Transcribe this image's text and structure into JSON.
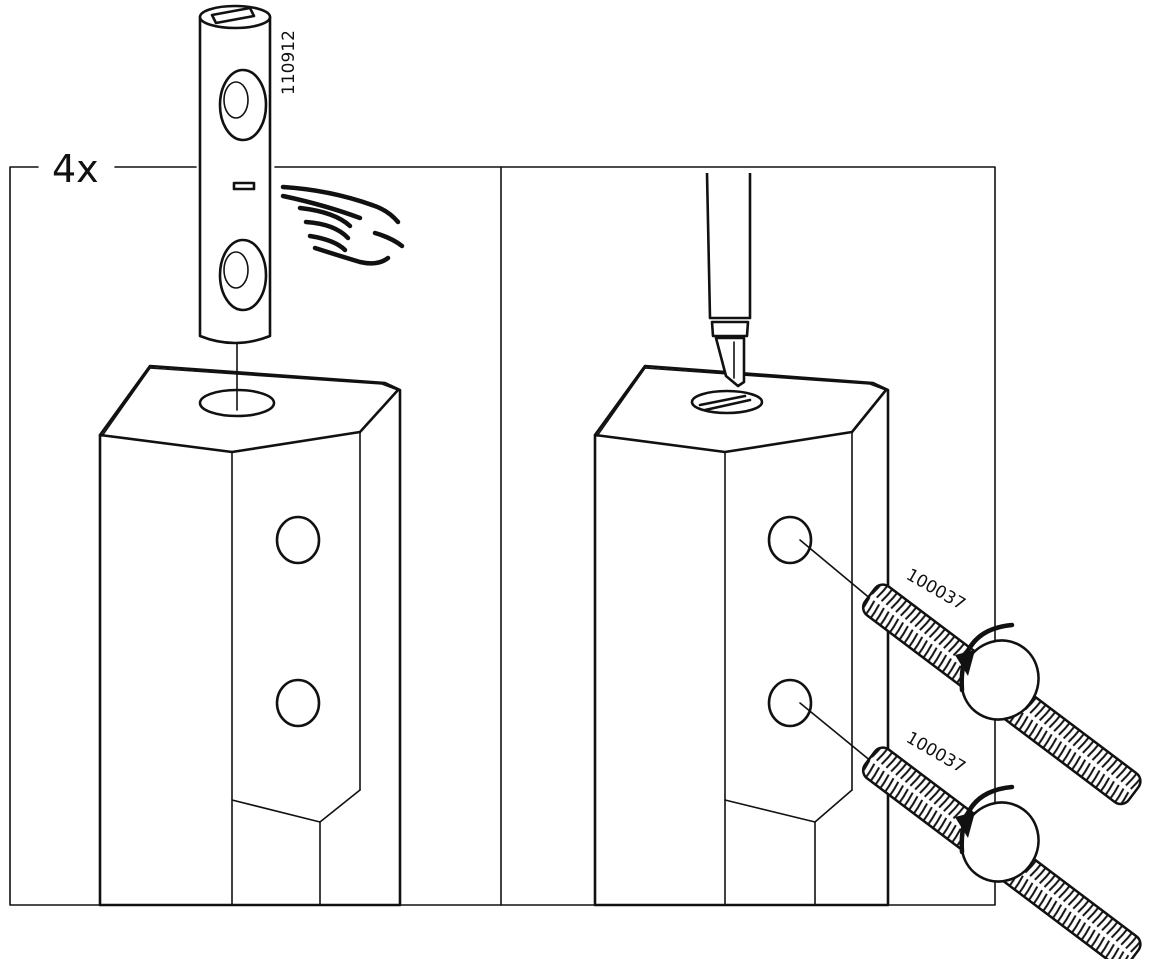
{
  "multiplier_label": "4x",
  "left_panel": {
    "part_label": "110912"
  },
  "right_panel": {
    "bolt_upper_label": "100037",
    "bolt_lower_label": "100037"
  }
}
